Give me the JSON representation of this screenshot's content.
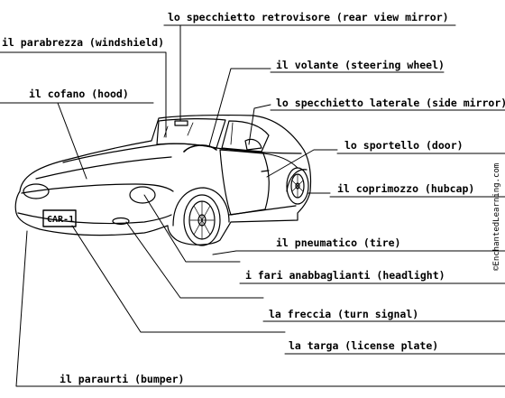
{
  "labels": {
    "rear_view_mirror": "lo specchietto retrovisore (rear view mirror)",
    "windshield": "il parabrezza (windshield)",
    "steering_wheel": "il volante (steering wheel)",
    "hood": "il cofano (hood)",
    "side_mirror": "lo specchietto laterale (side mirror)",
    "door": "lo sportello (door)",
    "hubcap": "il coprimozzo (hubcap)",
    "tire": "il pneumatico (tire)",
    "headlight": "i fari anabbaglianti (headlight)",
    "turn_signal": "la freccia (turn signal)",
    "license_plate": "la targa (license plate)",
    "bumper": "il paraurti (bumper)"
  },
  "plate_text": "CAR-1",
  "credit": "©EnchantedLearning.com"
}
